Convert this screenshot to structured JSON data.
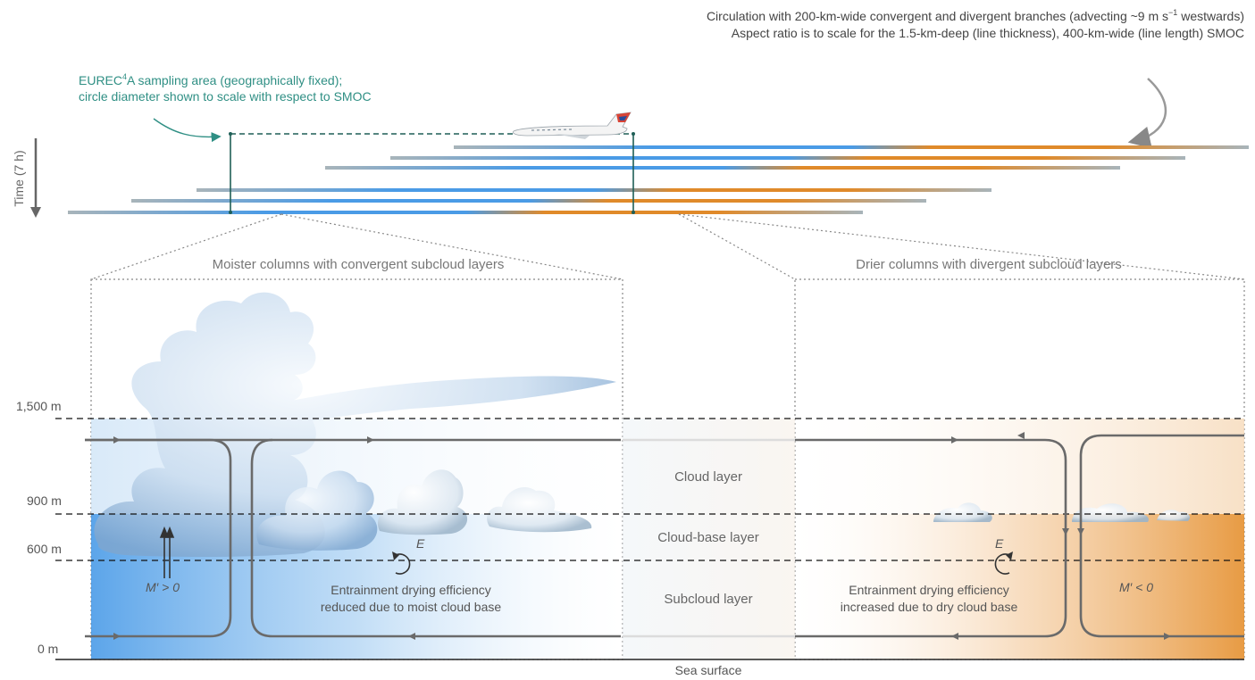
{
  "header": {
    "line1_pre": "Circulation with 200-km-wide convergent and divergent branches (advecting ~9 m s",
    "line1_sup": "−1",
    "line1_post": " westwards)",
    "line2": "Aspect ratio is to scale for the 1.5-km-deep (line thickness), 400-km-wide (line length) SMOC"
  },
  "eurec": {
    "line1_pre": "EUREC",
    "line1_sup": "4",
    "line1_post": "A sampling area (geographically fixed);",
    "line2": "circle diameter shown to scale with respect to SMOC"
  },
  "time_axis": {
    "label": "Time  (7 h)"
  },
  "panels": {
    "left_title": "Moister columns with convergent subcloud layers",
    "right_title": "Drier columns with divergent subcloud layers"
  },
  "altitude_labels": [
    "1,500 m",
    "900 m",
    "600 m",
    "0 m"
  ],
  "layers": {
    "cloud": "Cloud layer",
    "cloud_base": "Cloud-base layer",
    "subcloud": "Subcloud layer"
  },
  "annotations": {
    "left_entrainment_line1": "Entrainment drying efficiency",
    "left_entrainment_line2": "reduced due to moist cloud base",
    "right_entrainment_line1": "Entrainment drying efficiency",
    "right_entrainment_line2": "increased due to dry cloud base",
    "left_flux": "M′ > 0",
    "right_flux": "M′ < 0",
    "entrainment_symbol": "E"
  },
  "surface_label": "Sea surface",
  "colors": {
    "moist_blue": "#4a9be6",
    "dry_orange": "#e08a2a",
    "teal": "#2f8f84",
    "dark_teal": "#1f5f57",
    "gray_line": "#a6b2b8",
    "circulation": "#6a6a6a"
  }
}
